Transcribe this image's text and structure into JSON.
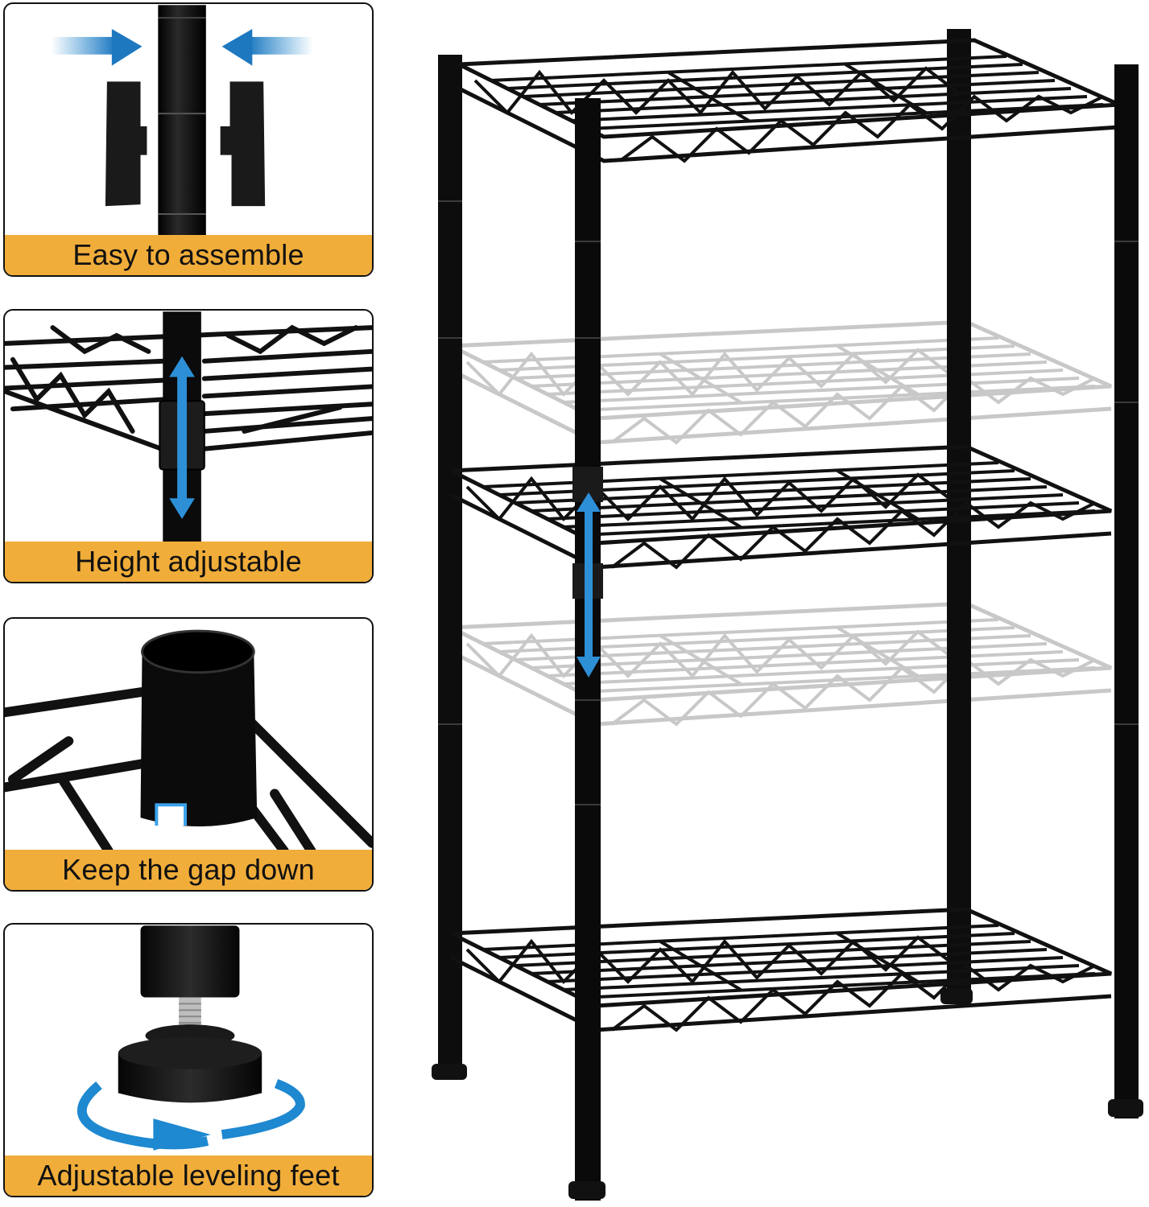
{
  "features": [
    {
      "id": "assemble",
      "label": "Easy to assemble",
      "icon": "sleeve-clips-arrows-icon"
    },
    {
      "id": "height",
      "label": "Height adjustable",
      "icon": "vertical-double-arrow-icon"
    },
    {
      "id": "gap",
      "label": "Keep the gap down",
      "icon": "shelf-collar-gap-icon"
    },
    {
      "id": "feet",
      "label": "Adjustable leveling feet",
      "icon": "rotate-arrow-foot-icon"
    }
  ],
  "product": {
    "name": "wire-shelving-unit",
    "tiers_shown_solid": 3,
    "tiers_shown_ghost": 2,
    "color": "black"
  },
  "colors": {
    "label_band": "#f0ad3a",
    "accent_arrow": "#1e88d0",
    "metal": "#111111",
    "ghost_shelf": "#c8c8c8"
  }
}
